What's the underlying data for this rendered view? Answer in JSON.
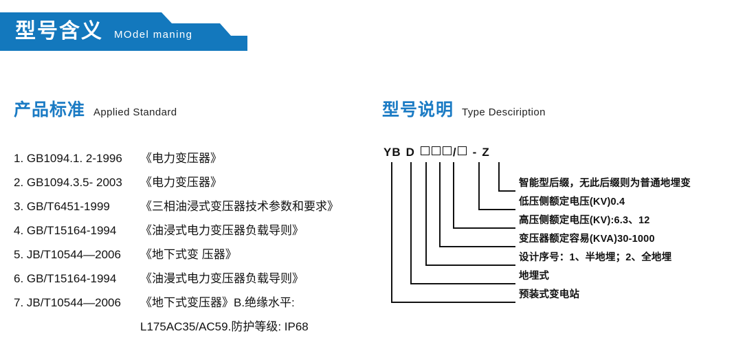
{
  "banner": {
    "title_cn": "型号含义",
    "title_en": "MOdel maning",
    "color": "#1378bd"
  },
  "sections": {
    "applied_standard": {
      "title_cn": "产品标准",
      "title_en": "Applied Standard",
      "accent": "#1b7bc4"
    },
    "type_description": {
      "title_cn": "型号说明",
      "title_en": "Type Desciription",
      "accent": "#1b7bc4"
    }
  },
  "standards": [
    {
      "code": "1. GB1094.1. 2-1996",
      "name": "《电力变压器》"
    },
    {
      "code": "2. GB1094.3.5- 2003",
      "name": "《电力变压器》"
    },
    {
      "code": "3. GB/T6451-1999",
      "name": "《三相油浸式变压器技术参数和要求》"
    },
    {
      "code": "4. GB/T15164-1994",
      "name": "《油浸式电力变压器负载导则》"
    },
    {
      "code": "5. JB/T10544—2006",
      "name": "《地下式变 压器》"
    },
    {
      "code": "6. GB/T15164-1994",
      "name": "《油漫式电力变压器负载导则》"
    },
    {
      "code": "7. JB/T10544—2006",
      "name": "《地下式变压器》B.绝缘水平:"
    },
    {
      "code": "",
      "name": "L175AC35/AC59.防护等级: IP68",
      "continuation": true
    }
  ],
  "model_code": {
    "prefix": "YB",
    "letter": "D",
    "separator": "/",
    "dash": "-",
    "suffix": "Z",
    "box_glyph": "□",
    "boxes_capacity": 3,
    "boxes_voltage": 1
  },
  "type_labels": [
    "智能型后缀，无此后缀则为普通地埋变",
    "低压侧额定电压(KV)0.4",
    "高压侧额定电压(KV):6.3、12",
    "变压器额定容易(KVA)30-1000",
    "设计序号：1、半地埋；2、全地埋",
    "地埋式",
    "预装式变电站"
  ]
}
